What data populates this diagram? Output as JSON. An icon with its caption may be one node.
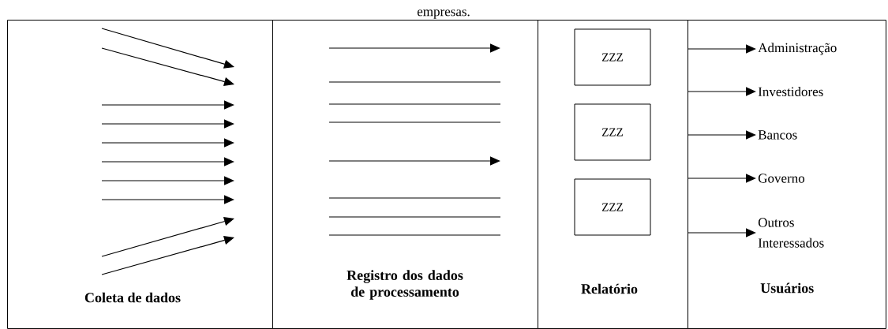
{
  "diagram": {
    "title": "empresas.",
    "nodes": [
      {
        "text": [
          "Coleta de dados"
        ]
      },
      {
        "text": [
          "Registro dos dados de processamento"
        ]
      },
      {
        "text": [
          "Relatório"
        ]
      },
      {
        "text": [
          "Usuários"
        ]
      },
      {
        "text": [
          "ZZZ"
        ],
        "in": 2
      },
      {
        "text": [
          "ZZZ"
        ],
        "in": 2
      },
      {
        "text": [
          "ZZZ"
        ],
        "in": 2
      },
      {
        "text": [
          "Administração"
        ],
        "in": 3
      },
      {
        "text": [
          "Investidores"
        ],
        "in": 3
      },
      {
        "text": [
          "Bancos"
        ],
        "in": 3
      },
      {
        "text": [
          "Governo"
        ],
        "in": 3
      },
      {
        "text": [
          "Outros Interessados"
        ],
        "in": 3
      }
    ],
    "edges": [
      {
        "from": 2,
        "to": 7,
        "arrow": "to"
      },
      {
        "from": 2,
        "to": 8,
        "arrow": "to"
      },
      {
        "from": 2,
        "to": 9,
        "arrow": "to"
      },
      {
        "from": 2,
        "to": 10,
        "arrow": "to"
      },
      {
        "from": 2,
        "to": 11,
        "arrow": "to"
      }
    ]
  }
}
